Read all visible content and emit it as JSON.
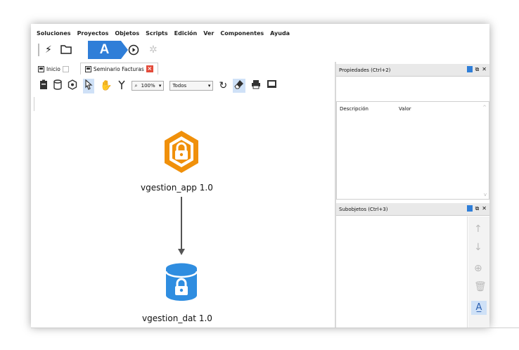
{
  "menu": [
    "Soluciones",
    "Proyectos",
    "Objetos",
    "Scripts",
    "Edición",
    "Ver",
    "Componentes",
    "Ayuda"
  ],
  "callout_label": "A",
  "tabs": [
    {
      "label": "Inicio",
      "active": false
    },
    {
      "label": "Seminario Facturas",
      "active": true
    }
  ],
  "diagram_toolbar": {
    "zoom": "100%",
    "filter": "Todos"
  },
  "nodes": {
    "app": {
      "label": "vgestion_app 1.0",
      "color": "#f0900a"
    },
    "dat": {
      "label": "vgestion_dat 1.0",
      "color": "#2f8de0"
    }
  },
  "properties_panel": {
    "title": "Propiedades (Ctrl+2)",
    "col1": "Descripción",
    "col2": "Valor"
  },
  "subobjects_panel": {
    "title": "Subobjetos (Ctrl+3)"
  },
  "colors": {
    "accent": "#2f7ed8",
    "close_red": "#e34b3a"
  }
}
